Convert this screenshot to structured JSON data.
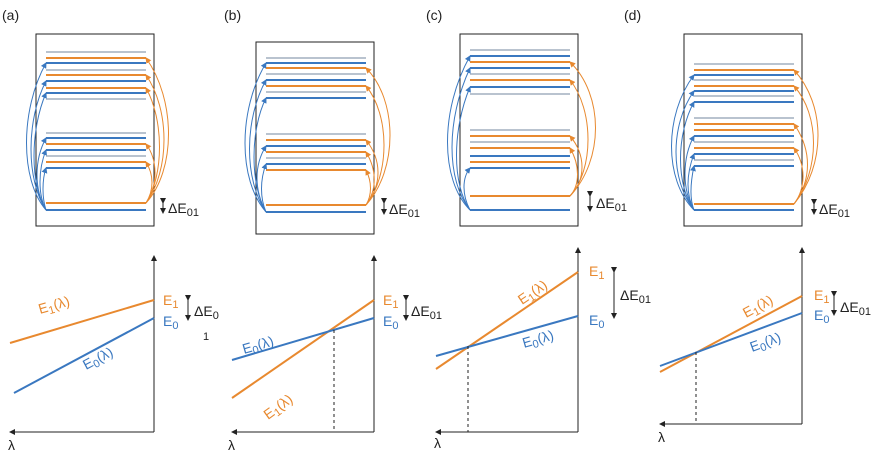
{
  "panels": [
    {
      "id": "a",
      "label": "(a)",
      "delta_label": "ΔE",
      "delta_sub": "01",
      "e1_label": "E",
      "e1_sub": "1",
      "e0_label": "E",
      "e0_sub": "0",
      "e1_curve": "E",
      "e1_curve_sub": "1",
      "e1_curve_arg": "(λ)",
      "e0_curve": "E",
      "e0_curve_sub": "0",
      "e0_curve_arg": "(λ)",
      "plot_delta_label": "ΔE",
      "plot_delta_sub_a": "0",
      "plot_delta_sub_b": "1",
      "axis_label": "λ"
    },
    {
      "id": "b",
      "label": "(b)",
      "delta_label": "ΔE",
      "delta_sub": "01",
      "e1_label": "E",
      "e1_sub": "1",
      "e0_label": "E",
      "e0_sub": "0",
      "e1_curve": "E",
      "e1_curve_sub": "1",
      "e1_curve_arg": "(λ)",
      "e0_curve": "E",
      "e0_curve_sub": "0",
      "e0_curve_arg": "(λ)",
      "plot_delta_label": "ΔE",
      "plot_delta_sub": "01",
      "axis_label": "λ"
    },
    {
      "id": "c",
      "label": "(c)",
      "delta_label": "ΔE",
      "delta_sub": "01",
      "e1_label": "E",
      "e1_sub": "1",
      "e0_label": "E",
      "e0_sub": "0",
      "e1_curve": "E",
      "e1_curve_sub": "1",
      "e1_curve_arg": "(λ)",
      "e0_curve": "E",
      "e0_curve_sub": "0",
      "e0_curve_arg": "(λ)",
      "plot_delta_label": "ΔE",
      "plot_delta_sub": "01",
      "axis_label": "λ"
    },
    {
      "id": "d",
      "label": "(d)",
      "delta_label": "ΔE",
      "delta_sub": "01",
      "e1_label": "E",
      "e1_sub": "1",
      "e0_label": "E",
      "e0_sub": "0",
      "e1_curve": "E",
      "e1_curve_sub": "1",
      "e1_curve_arg": "(λ)",
      "e0_curve": "E",
      "e0_curve_sub": "0",
      "e0_curve_arg": "(λ)",
      "plot_delta_label": "ΔE",
      "plot_delta_sub": "01",
      "axis_label": "λ"
    }
  ],
  "colors": {
    "orange": "#e8892f",
    "blue": "#3a78c0",
    "gray": "#b9c3cf",
    "frame": "#222222"
  }
}
